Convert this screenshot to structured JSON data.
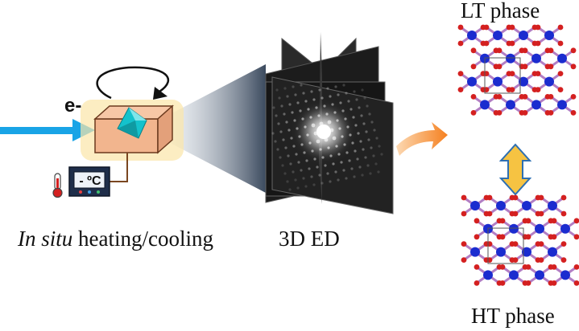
{
  "labels": {
    "electron": "e-",
    "insitu_italic": "In situ",
    "insitu_rest": " heating/cooling",
    "diffraction": "3D ED",
    "lt_phase": "LT phase",
    "ht_phase": "HT phase",
    "controller_display": "- ºC"
  },
  "icons": {
    "rotation": "rotation-arrow-icon",
    "thermometer": "thermometer-icon",
    "transition": "double-arrow-icon"
  },
  "colors": {
    "beam": "#19a4e6",
    "holder": "#f2b58e",
    "crystal": "#14c2cc",
    "orange_arrow": "#f5801f",
    "transition_arrow": "#f6c342",
    "atom_blue": "#1b2ccf",
    "atom_red": "#d42020",
    "bond": "#b27ec4"
  }
}
